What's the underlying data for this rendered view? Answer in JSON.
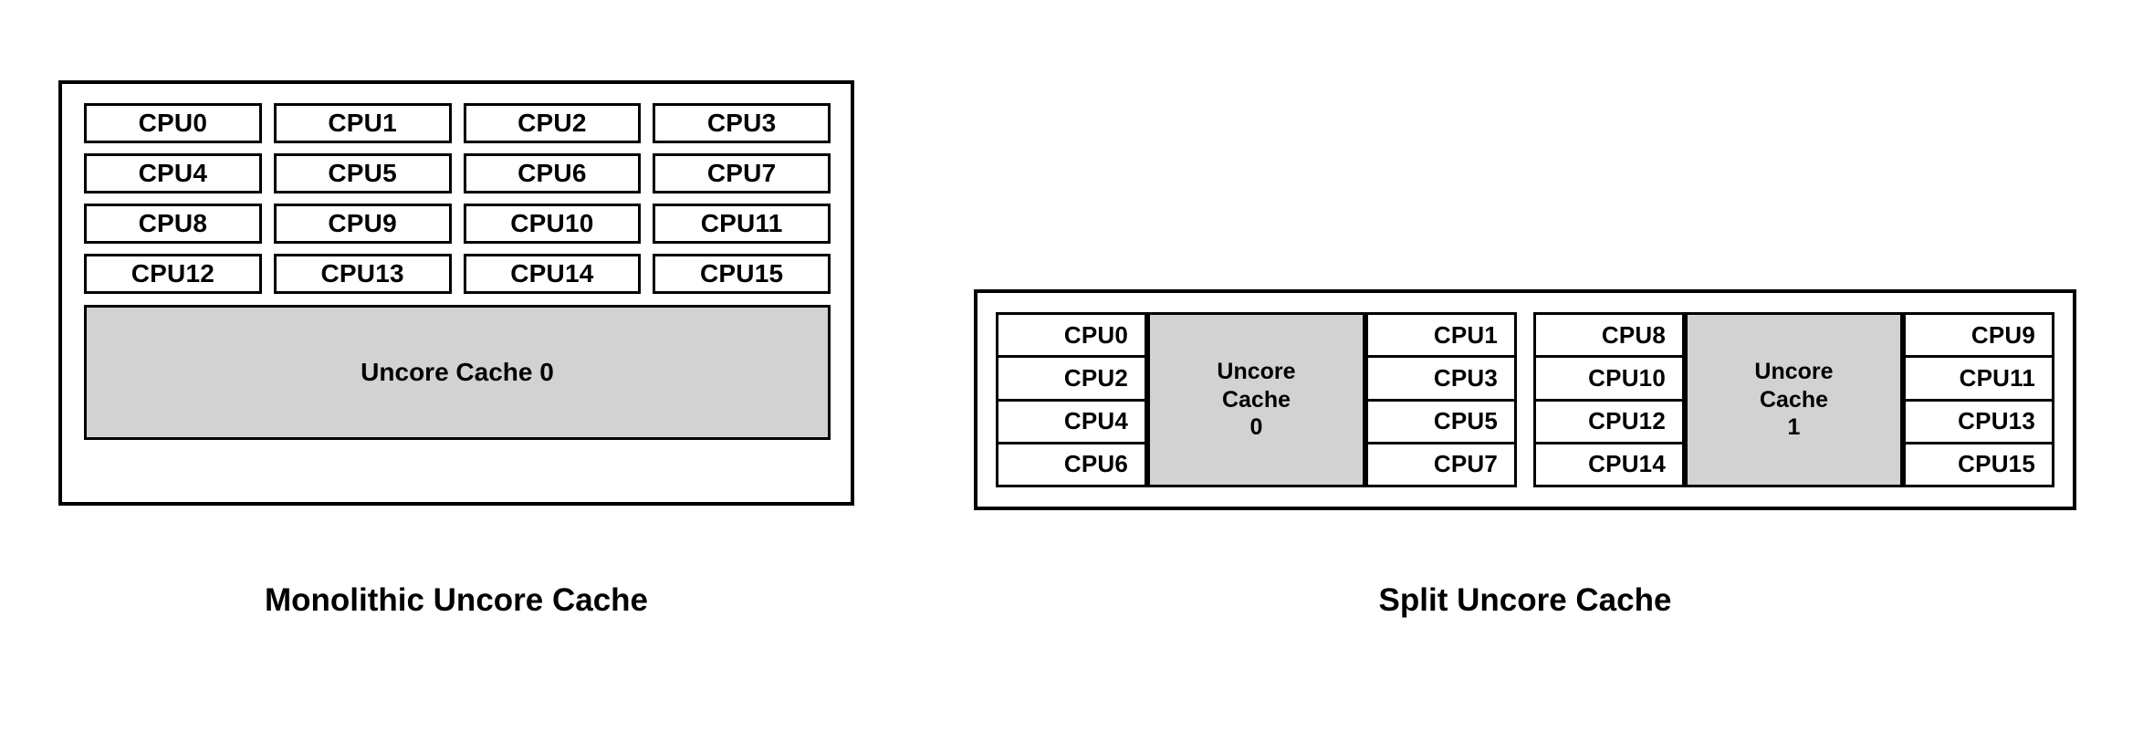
{
  "diagram": {
    "title_left": "Monolithic Uncore Cache",
    "title_right": "Split Uncore Cache",
    "colors": {
      "cache_fill": "#d2d2d2",
      "border": "#000000",
      "background": "#ffffff",
      "text": "#000000"
    },
    "monolithic": {
      "caption": "Monolithic Uncore Cache",
      "cpu_grid": [
        [
          "CPU0",
          "CPU1",
          "CPU2",
          "CPU3"
        ],
        [
          "CPU4",
          "CPU5",
          "CPU6",
          "CPU7"
        ],
        [
          "CPU8",
          "CPU9",
          "CPU10",
          "CPU11"
        ],
        [
          "CPU12",
          "CPU13",
          "CPU14",
          "CPU15"
        ]
      ],
      "cache_label": "Uncore Cache 0"
    },
    "split": {
      "caption": "Split Uncore Cache",
      "clusters": [
        {
          "left_column": [
            "CPU0",
            "CPU2",
            "CPU4",
            "CPU6"
          ],
          "cache_label": "Uncore Cache 0",
          "cache_name": "Uncore",
          "cache_word": "Cache",
          "cache_index": "0",
          "right_column": [
            "CPU1",
            "CPU3",
            "CPU5",
            "CPU7"
          ]
        },
        {
          "left_column": [
            "CPU8",
            "CPU10",
            "CPU12",
            "CPU14"
          ],
          "cache_label": "Uncore Cache 1",
          "cache_name": "Uncore",
          "cache_word": "Cache",
          "cache_index": "1",
          "right_column": [
            "CPU9",
            "CPU11",
            "CPU13",
            "CPU15"
          ]
        }
      ]
    }
  }
}
